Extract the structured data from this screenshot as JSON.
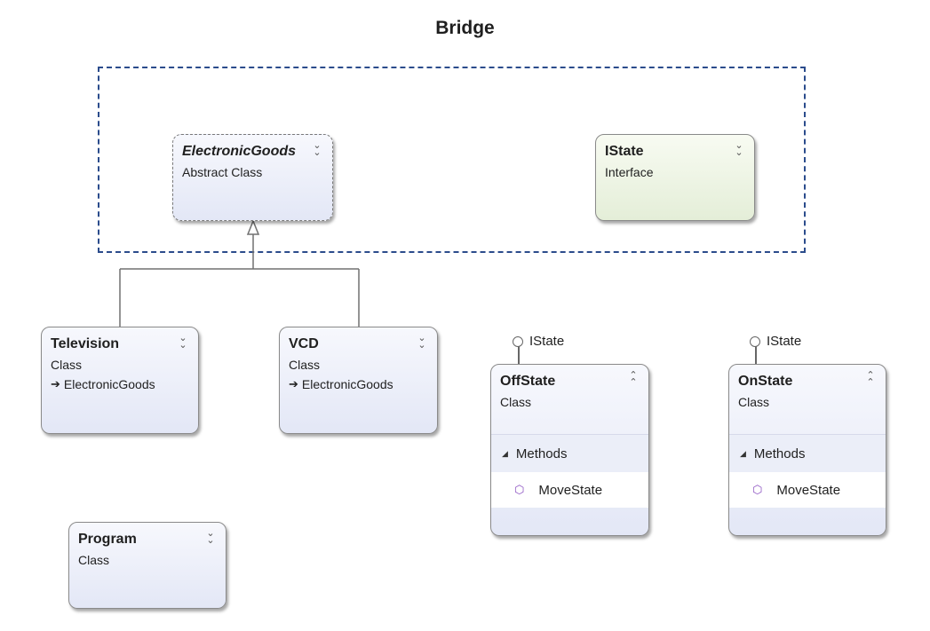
{
  "title": "Bridge",
  "classes": {
    "electronic_goods": {
      "name": "ElectronicGoods",
      "kind": "Abstract Class"
    },
    "istate": {
      "name": "IState",
      "kind": "Interface"
    },
    "television": {
      "name": "Television",
      "kind": "Class",
      "base": "ElectronicGoods"
    },
    "vcd": {
      "name": "VCD",
      "kind": "Class",
      "base": "ElectronicGoods"
    },
    "offstate": {
      "name": "OffState",
      "kind": "Class",
      "implements": "IState",
      "section": "Methods",
      "members": [
        "MoveState"
      ]
    },
    "onstate": {
      "name": "OnState",
      "kind": "Class",
      "implements": "IState",
      "section": "Methods",
      "members": [
        "MoveState"
      ]
    },
    "program": {
      "name": "Program",
      "kind": "Class"
    }
  },
  "icons": {
    "collapse": "double-chevron-down-icon",
    "expand": "double-chevron-up-icon",
    "base_class": "arrow-right-icon",
    "method": "cube-icon",
    "section": "triangle-icon"
  },
  "colors": {
    "group_border": "#2b4c8c",
    "class_fill": "#e3e7f6",
    "interface_fill": "#e4eed8",
    "method_icon": "#8a4fc0"
  }
}
